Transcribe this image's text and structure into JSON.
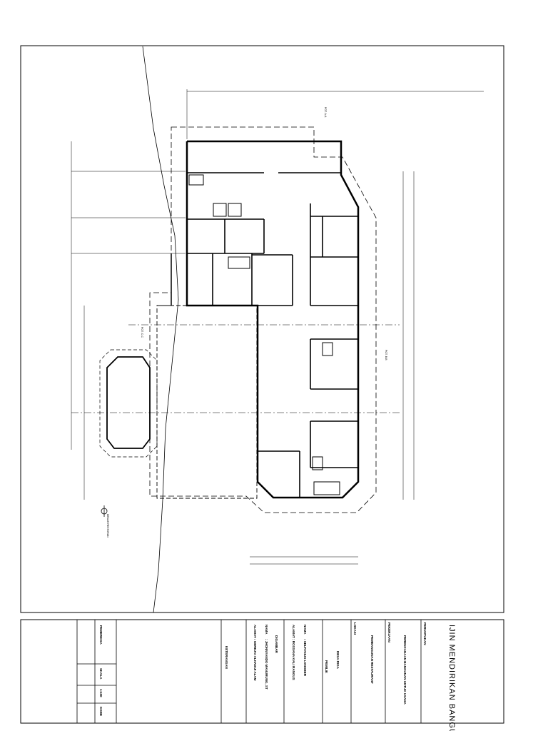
{
  "drawing": {
    "north_label": "DENAH RESTORAN",
    "section_labels": [
      "POT. A-A",
      "POT. B-B",
      "POT. C-C"
    ]
  },
  "title_block": {
    "main_title": "IJIN MENDIRIKAN BANGUNAN",
    "peruntukan_label": "PERUNTUKAN",
    "peruntukan_value": "PERENCANAAN BANGUNAN UNTUK USAHA",
    "pekerjaan_label": "PEKERJAAN",
    "pekerjaan_value": "PEMBANGUNAN RESTAURANT",
    "lokasi_label": "LOKASI",
    "lokasi_value": "DESA RIGA",
    "pemilik_label": "PEMILIK",
    "pemilik_nama_label": "NAMA",
    "pemilik_nama_value": ": SELFIANUS LONGBER",
    "pemilik_alamat_label": "ALAMAT",
    "pemilik_alamat_value": ": ROSSANA KALI RANGUS",
    "digambar_label": "DIGAMBAR",
    "digambar_nama_label": "NAMA",
    "digambar_nama_value": ": JHONNYANDO MANURUNG, ST",
    "digambar_alamat_label": "ALAMAT",
    "digambar_alamat_value": ": GEREJAI ALHADIJI ALAM",
    "keterangan_label": "KETERANGAN",
    "pemeriksa_label": "PEMERIKSA",
    "skala_label": "SKALA",
    "skala_value": "1:100",
    "kode_label": "KODE"
  },
  "colors": {
    "line": "#000000",
    "paper": "#ffffff"
  }
}
